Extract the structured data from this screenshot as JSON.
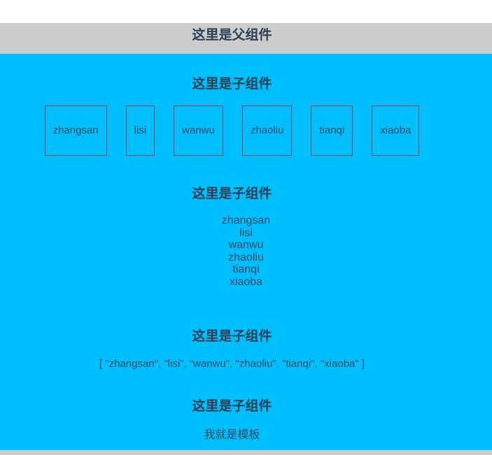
{
  "parent": {
    "title": "这里是父组件"
  },
  "sections": {
    "boxes": {
      "title": "这里是子组件",
      "items": [
        "zhangsan",
        "lisi",
        "wanwu",
        "zhaoliu",
        "tianqi",
        "xiaoba"
      ]
    },
    "list": {
      "title": "这里是子组件",
      "items": [
        "zhangsan",
        "lisi",
        "wanwu",
        "zhaoliu",
        "tianqi",
        "xiaoba"
      ]
    },
    "array": {
      "title": "这里是子组件",
      "text": "[ \"zhangsan\", \"lisi\", \"wanwu\", \"zhaoliu\", \"tianqi\", \"xiaoba\" ]"
    },
    "template": {
      "title": "这里是子组件",
      "text": "我就是模板"
    }
  },
  "colors": {
    "panel_background": "#00bfff",
    "band_background": "#cccccc",
    "heading_text": "#2c3e50",
    "body_text": "#35495e",
    "box_border": "#b03b4d"
  }
}
